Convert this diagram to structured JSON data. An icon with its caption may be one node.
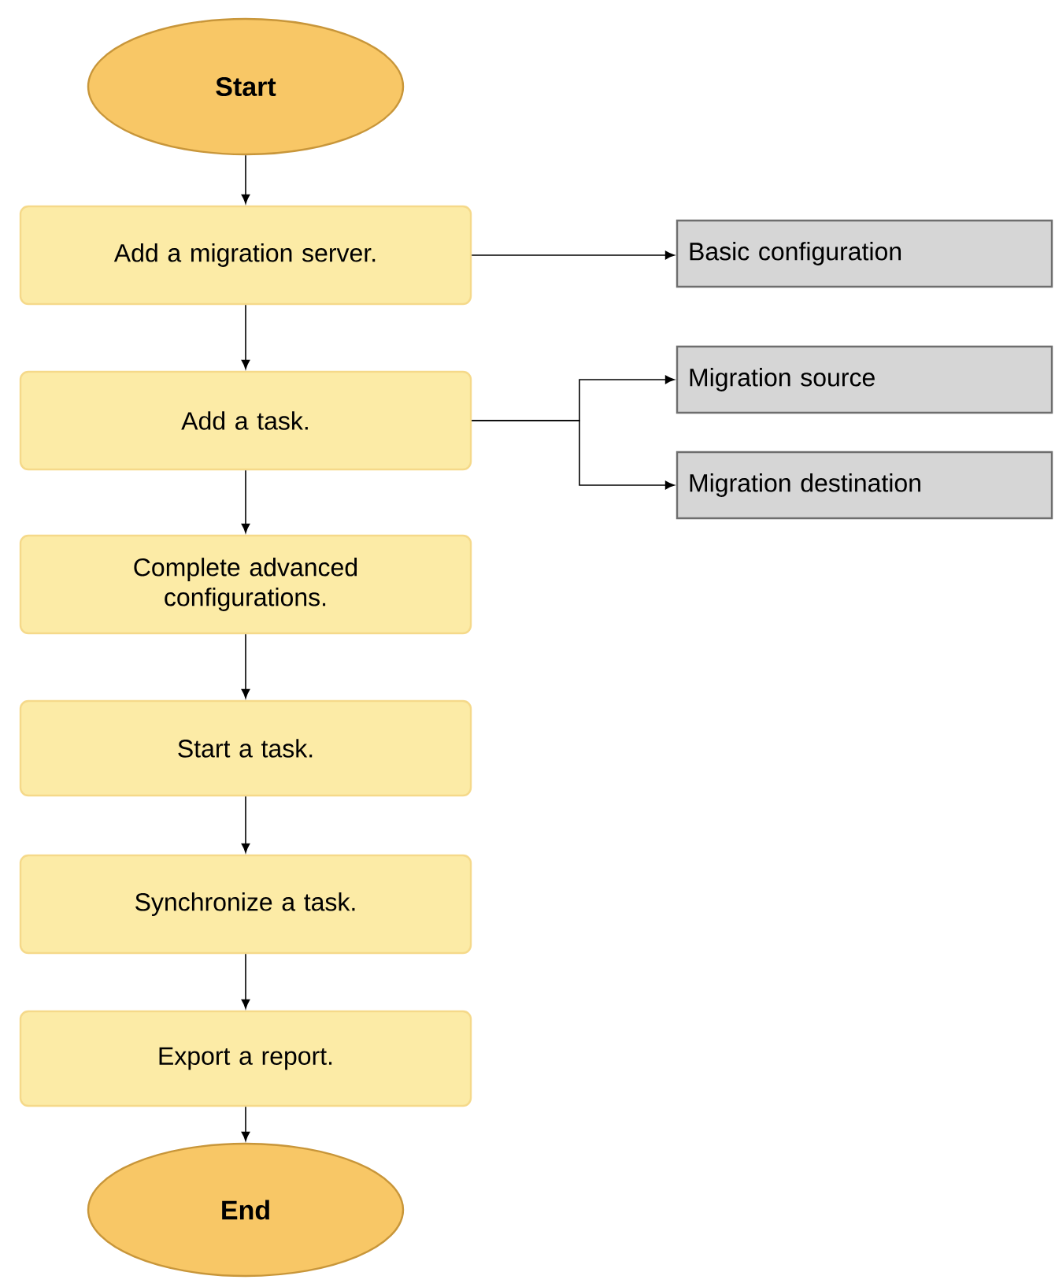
{
  "diagram": {
    "nodes": [
      {
        "text": [
          "Start"
        ]
      },
      {
        "text": [
          "Add a migration server."
        ]
      },
      {
        "text": [
          "Basic configuration"
        ]
      },
      {
        "text": [
          "Add a task."
        ]
      },
      {
        "text": [
          "Migration source"
        ]
      },
      {
        "text": [
          "Migration destination"
        ]
      },
      {
        "text": [
          "Complete advanced configurations."
        ]
      },
      {
        "text": [
          "Start a task."
        ]
      },
      {
        "text": [
          "Synchronize a task."
        ]
      },
      {
        "text": [
          "Export a report."
        ]
      },
      {
        "text": [
          "End"
        ]
      }
    ],
    "edges": [
      {
        "from": 0,
        "to": 1,
        "arrow": "to"
      },
      {
        "from": 1,
        "to": 2,
        "arrow": "to"
      },
      {
        "from": 1,
        "to": 3,
        "arrow": "to"
      },
      {
        "from": 3,
        "to": 4,
        "arrow": "to"
      },
      {
        "from": 3,
        "to": 5,
        "arrow": "to"
      },
      {
        "from": 3,
        "to": 6,
        "arrow": "to"
      },
      {
        "from": 6,
        "to": 7,
        "arrow": "to"
      },
      {
        "from": 7,
        "to": 8,
        "arrow": "to"
      },
      {
        "from": 8,
        "to": 9,
        "arrow": "to"
      },
      {
        "from": 9,
        "to": 10,
        "arrow": "to"
      }
    ]
  }
}
